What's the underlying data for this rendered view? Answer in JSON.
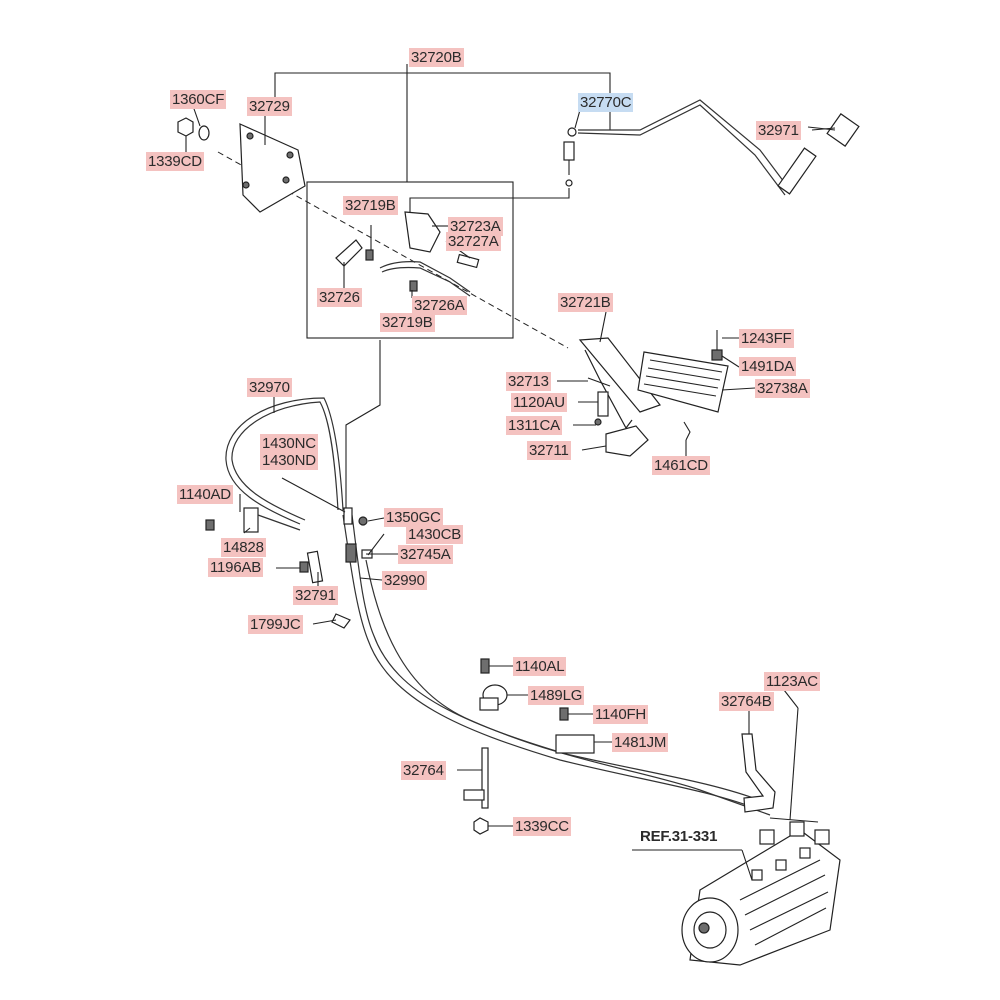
{
  "labels": {
    "l32720B": "32720B",
    "l1360CF": "1360CF",
    "l32729": "32729",
    "l1339CD": "1339CD",
    "l32770C": "32770C",
    "l32971": "32971",
    "l32719B_top": "32719B",
    "l32723A": "32723A",
    "l32727A": "32727A",
    "l32726": "32726",
    "l32726A": "32726A",
    "l32719B_bot": "32719B",
    "l32721B": "32721B",
    "l1243FF": "1243FF",
    "l1491DA": "1491DA",
    "l32738A": "32738A",
    "l32713": "32713",
    "l1120AU": "1120AU",
    "l1311CA": "1311CA",
    "l32711": "32711",
    "l1461CD": "1461CD",
    "l32970": "32970",
    "l1430NC": "1430NC",
    "l1430ND": "1430ND",
    "l1140AD": "1140AD",
    "l1350GC": "1350GC",
    "l1430CB": "1430CB",
    "l14828": "14828",
    "l32745A": "32745A",
    "l1196AB": "1196AB",
    "l32990": "32990",
    "l32791": "32791",
    "l1799JC": "1799JC",
    "l1140AL": "1140AL",
    "l1489LG": "1489LG",
    "l1140FH": "1140FH",
    "l1481JM": "1481JM",
    "l1123AC": "1123AC",
    "l32764B": "32764B",
    "l32764": "32764",
    "l1339CC": "1339CC",
    "lREF": "REF.31-331"
  },
  "colors": {
    "part_highlight": "#f4c2c0",
    "selected_highlight": "#c6dcf2",
    "line": "#222222"
  }
}
